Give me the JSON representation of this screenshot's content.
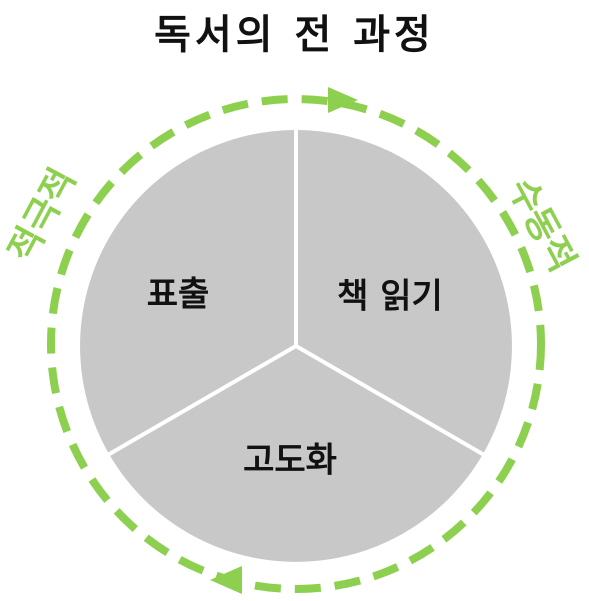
{
  "title": "독서의 전 과정",
  "segments": [
    {
      "label": "표출"
    },
    {
      "label": "책 읽기"
    },
    {
      "label": "고도화"
    }
  ],
  "side_labels": {
    "left": "적극적",
    "right": "수동적"
  },
  "colors": {
    "ring": "#8dcf4f",
    "segment_fill": "#c8c8c8",
    "divider": "#ffffff",
    "text": "#111111"
  },
  "icons": {
    "top": "arrow-right-icon",
    "bottom": "arrow-left-icon"
  }
}
